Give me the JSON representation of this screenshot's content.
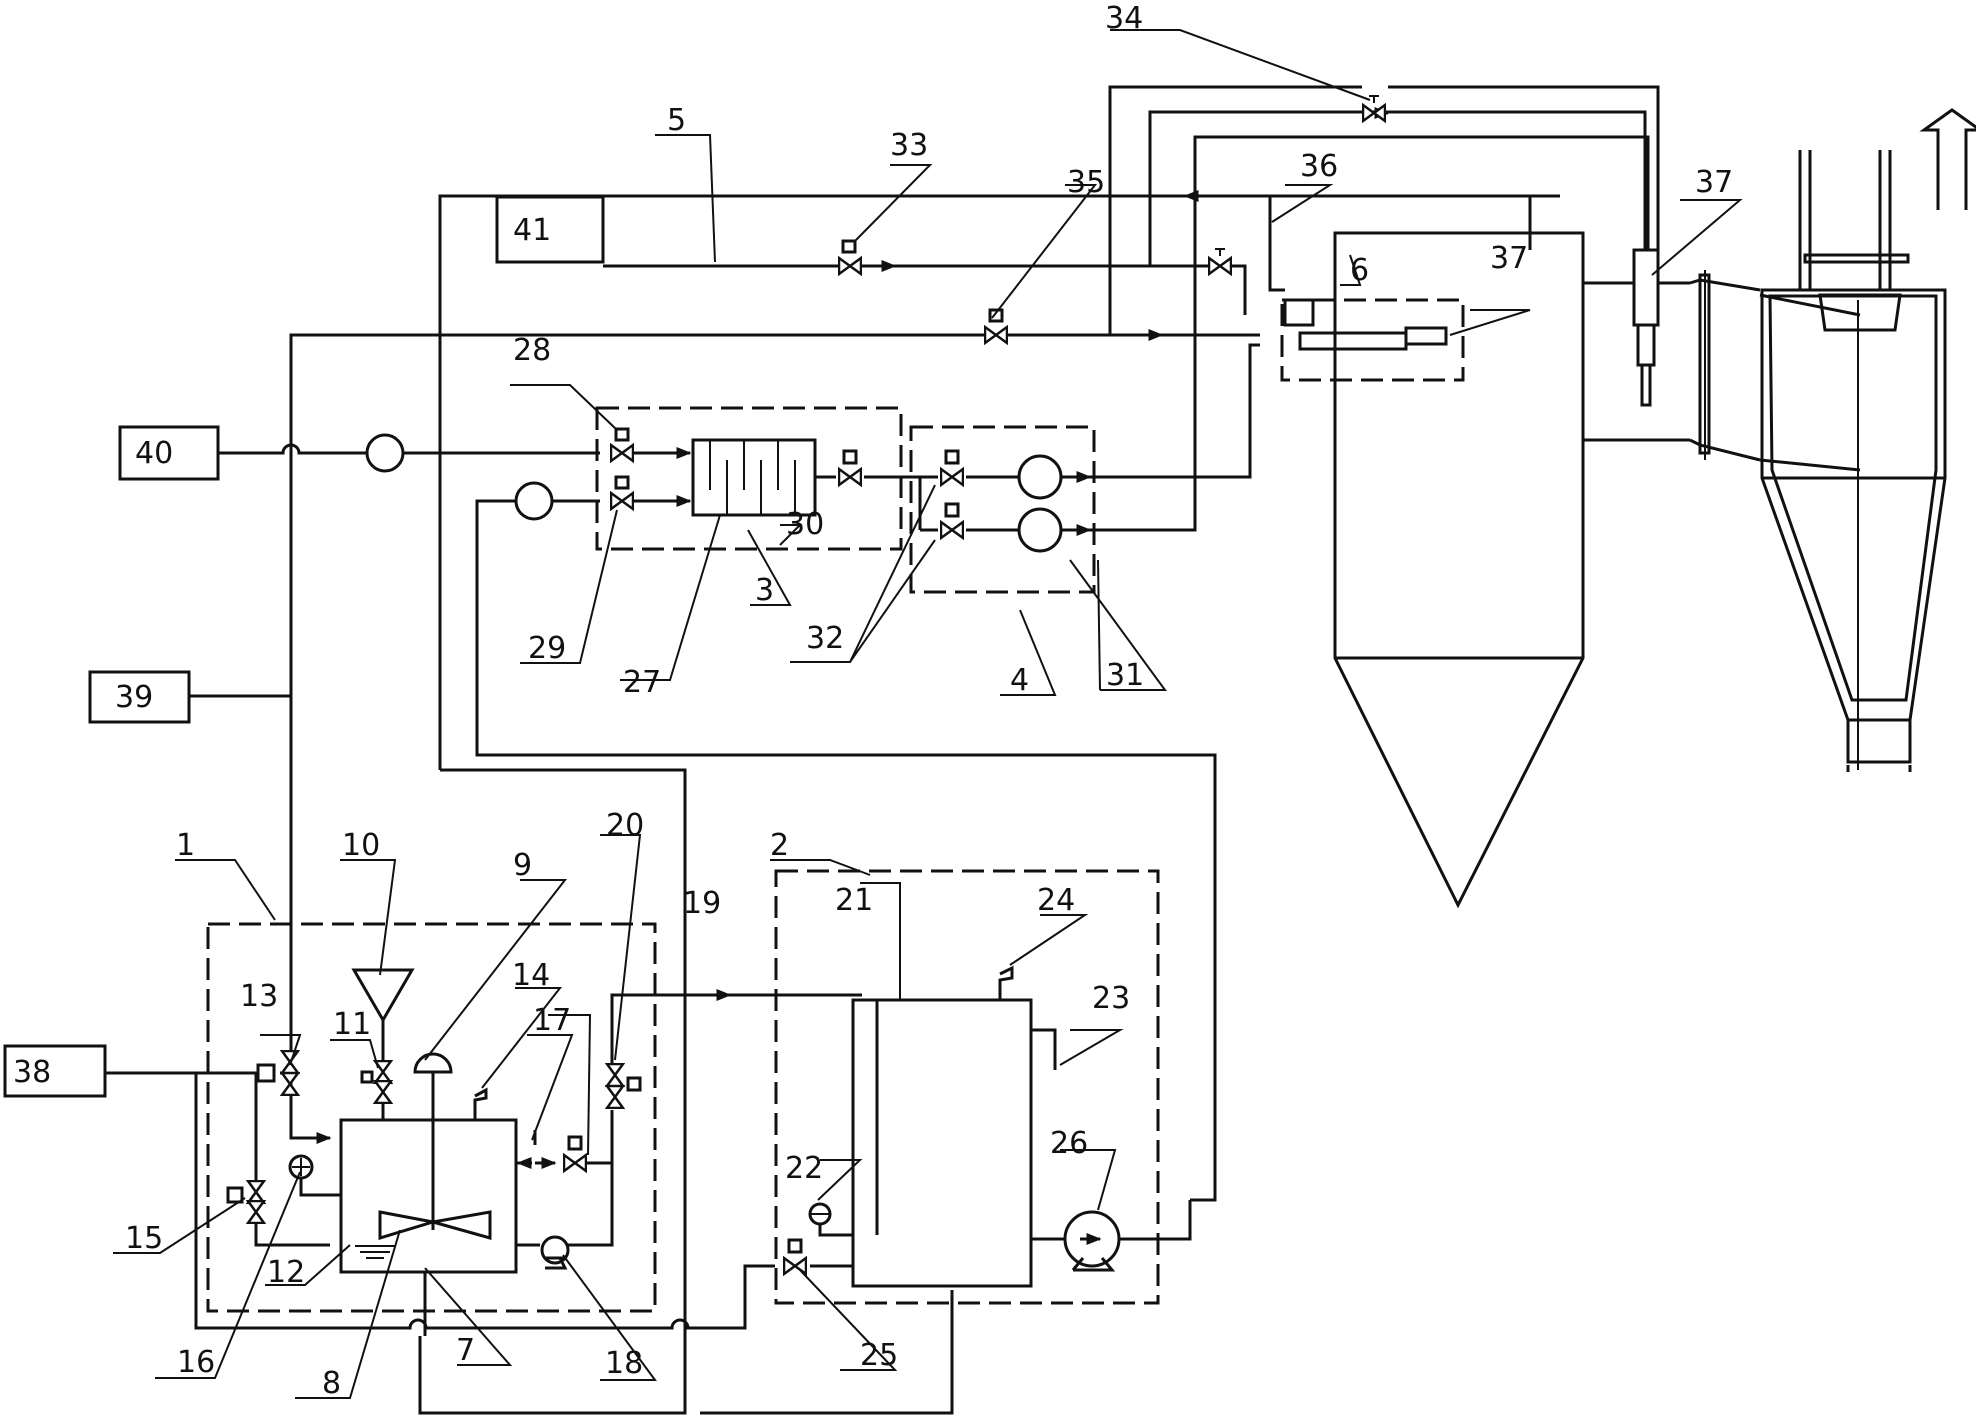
{
  "labels": {
    "n1": "1",
    "n2": "2",
    "n3": "3",
    "n4": "4",
    "n5": "5",
    "n6": "6",
    "n7": "7",
    "n8": "8",
    "n9": "9",
    "n10": "10",
    "n11": "11",
    "n12": "12",
    "n13": "13",
    "n14": "14",
    "n15": "15",
    "n16": "16",
    "n17": "17",
    "n18": "18",
    "n19": "19",
    "n20": "20",
    "n21": "21",
    "n22": "22",
    "n23": "23",
    "n24": "24",
    "n25": "25",
    "n26": "26",
    "n27": "27",
    "n28": "28",
    "n29": "29",
    "n30": "30",
    "n31": "31",
    "n32": "32",
    "n33": "33",
    "n34": "34",
    "n35": "35",
    "n36": "36",
    "n37a": "37",
    "n37b": "37"
  },
  "boxes": {
    "b38": "38",
    "b39": "39",
    "b40": "40",
    "b41": "41"
  }
}
